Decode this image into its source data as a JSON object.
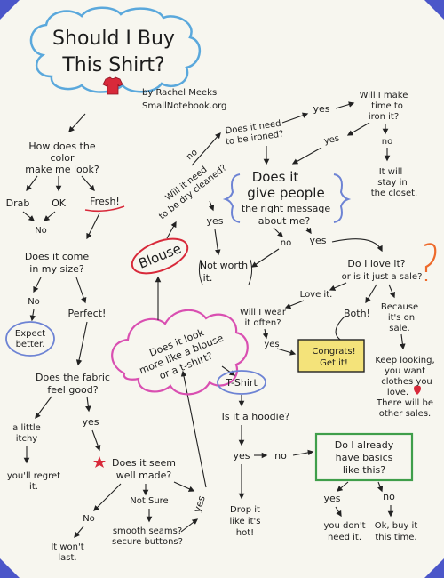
{
  "colors": {
    "paper": "#f7f6ef",
    "corner": "#4b56c9",
    "cloud": "#5aa8dc",
    "pink": "#d94fb1",
    "red": "#d8293a",
    "blue": "#6d83d4",
    "green": "#3f9e4a",
    "yellow": "#f4e37a",
    "orange": "#ee6a2b"
  },
  "title": {
    "line1": "Should I Buy",
    "line2": "This Shirt?"
  },
  "byline": {
    "line1": "by Rachel Meeks",
    "line2": "SmallNotebook.org"
  },
  "icons": {
    "shirt": "red-t-shirt-icon",
    "star": "star-icon",
    "heart": "heart-icon"
  },
  "left": {
    "color_q": [
      "How does the",
      "color",
      "make me look?"
    ],
    "drab": "Drab",
    "ok": "OK",
    "fresh": "Fresh!",
    "no1": "No",
    "size_q": [
      "Does it come",
      "in my size?"
    ],
    "no2": "No",
    "expect": [
      "Expect",
      "better."
    ],
    "perfect": "Perfect!",
    "fabric_q": [
      "Does the fabric",
      "feel good?"
    ],
    "itchy": [
      "a little",
      "itchy"
    ],
    "regret": [
      "you'll regret",
      "it."
    ],
    "yes1": "yes",
    "made_q": [
      "Does it seem",
      "well made?"
    ],
    "notsure": "Not Sure",
    "no3": "No",
    "lastlong": [
      "It won't",
      "last."
    ],
    "seams": [
      "smooth seams?",
      "secure buttons?"
    ],
    "yes2": "yes"
  },
  "center": {
    "blouse_q": [
      "Does it look",
      "more like a blouse",
      "or a t-shirt?"
    ],
    "blouse": "Blouse",
    "dry_q": [
      "Will it need",
      "to be dry cleaned?"
    ],
    "no4": "no",
    "yes3": "yes",
    "notworth": [
      "Not worth",
      "it."
    ],
    "message_q": [
      "Does it",
      "give people",
      "the right message",
      "about me?"
    ],
    "no5": "no",
    "yes4": "yes"
  },
  "topright": {
    "ironed_q": [
      "Does it need",
      "to be ironed?"
    ],
    "yes5": "yes",
    "yes6": "yes",
    "no6": "no",
    "iron_q": [
      "Will I make",
      "time to",
      "iron it?"
    ],
    "closet": [
      "It will",
      "stay in",
      "the closet."
    ]
  },
  "right": {
    "love_q": [
      "Do I love it?",
      "or is it just a sale?"
    ],
    "love": "Love it.",
    "because": [
      "Because",
      "it's on",
      "sale."
    ],
    "wear_q": [
      "Will I wear",
      "it often?"
    ],
    "both": "Both!",
    "yes7": "yes",
    "congrats": [
      "Congrats!",
      "Get it!"
    ],
    "keep": [
      "Keep looking,",
      "you want",
      "clothes you",
      "love.",
      "There will be",
      "other sales."
    ]
  },
  "bottomright": {
    "tshirt": "T-Shirt",
    "hoodie_q": "Is it a hoodie?",
    "yes8": "yes",
    "no7": "no",
    "drop": [
      "Drop it",
      "like it's",
      "hot!"
    ],
    "basics_q": [
      "Do I already",
      "have basics",
      "like this?"
    ],
    "yes9": "yes",
    "no8": "no",
    "dontneed": [
      "you don't",
      "need it."
    ],
    "buy": [
      "Ok, buy it",
      "this time."
    ]
  }
}
